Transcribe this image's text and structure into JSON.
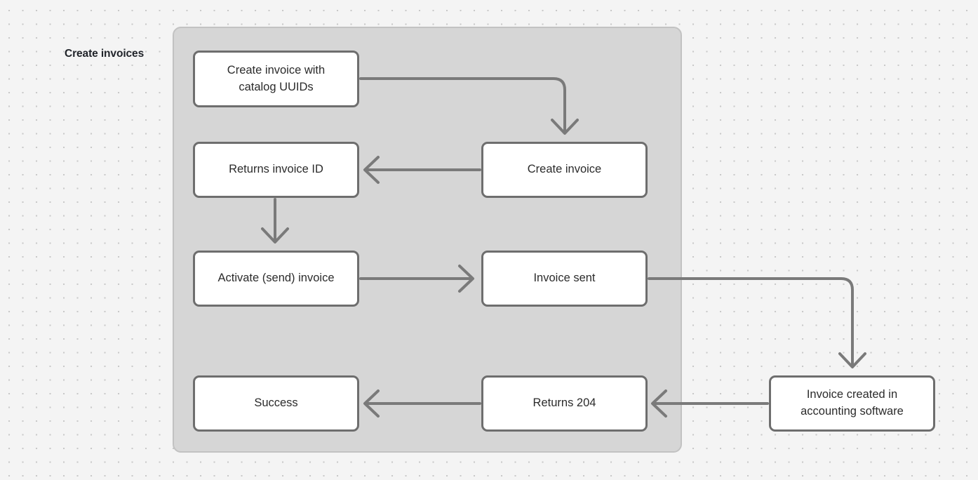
{
  "diagram": {
    "title": "Create invoices",
    "background": {
      "style": "dotted-grid",
      "canvas_color": "#f4f4f4",
      "dot_color": "#c9c9c9"
    },
    "group": {
      "label": "Create invoices",
      "fill_color": "#d6d6d6",
      "border_color": "#c2c2c2"
    },
    "node_style": {
      "fill_color": "#ffffff",
      "border_color": "#6e6e6e",
      "text_color": "#2b2b2b"
    },
    "edge_color": "#7a7a7a",
    "nodes": [
      {
        "id": "create-invoice-catalog",
        "line1": "Create invoice with",
        "line2": "catalog UUIDs"
      },
      {
        "id": "create-invoice",
        "line1": "Create invoice",
        "line2": ""
      },
      {
        "id": "returns-invoice-id",
        "line1": "Returns invoice ID",
        "line2": ""
      },
      {
        "id": "activate-invoice",
        "line1": "Activate (send) invoice",
        "line2": ""
      },
      {
        "id": "invoice-sent",
        "line1": "Invoice sent",
        "line2": ""
      },
      {
        "id": "invoice-created-accounting",
        "line1": "Invoice created in",
        "line2": "accounting software"
      },
      {
        "id": "returns-204",
        "line1": "Returns 204",
        "line2": ""
      },
      {
        "id": "success",
        "line1": "Success",
        "line2": ""
      }
    ],
    "edges": [
      {
        "from": "create-invoice-catalog",
        "to": "create-invoice",
        "direction": "right-then-down"
      },
      {
        "from": "create-invoice",
        "to": "returns-invoice-id",
        "direction": "left"
      },
      {
        "from": "returns-invoice-id",
        "to": "activate-invoice",
        "direction": "down"
      },
      {
        "from": "activate-invoice",
        "to": "invoice-sent",
        "direction": "right"
      },
      {
        "from": "invoice-sent",
        "to": "invoice-created-accounting",
        "direction": "right-then-down"
      },
      {
        "from": "invoice-created-accounting",
        "to": "returns-204",
        "direction": "left"
      },
      {
        "from": "returns-204",
        "to": "success",
        "direction": "left"
      }
    ]
  }
}
